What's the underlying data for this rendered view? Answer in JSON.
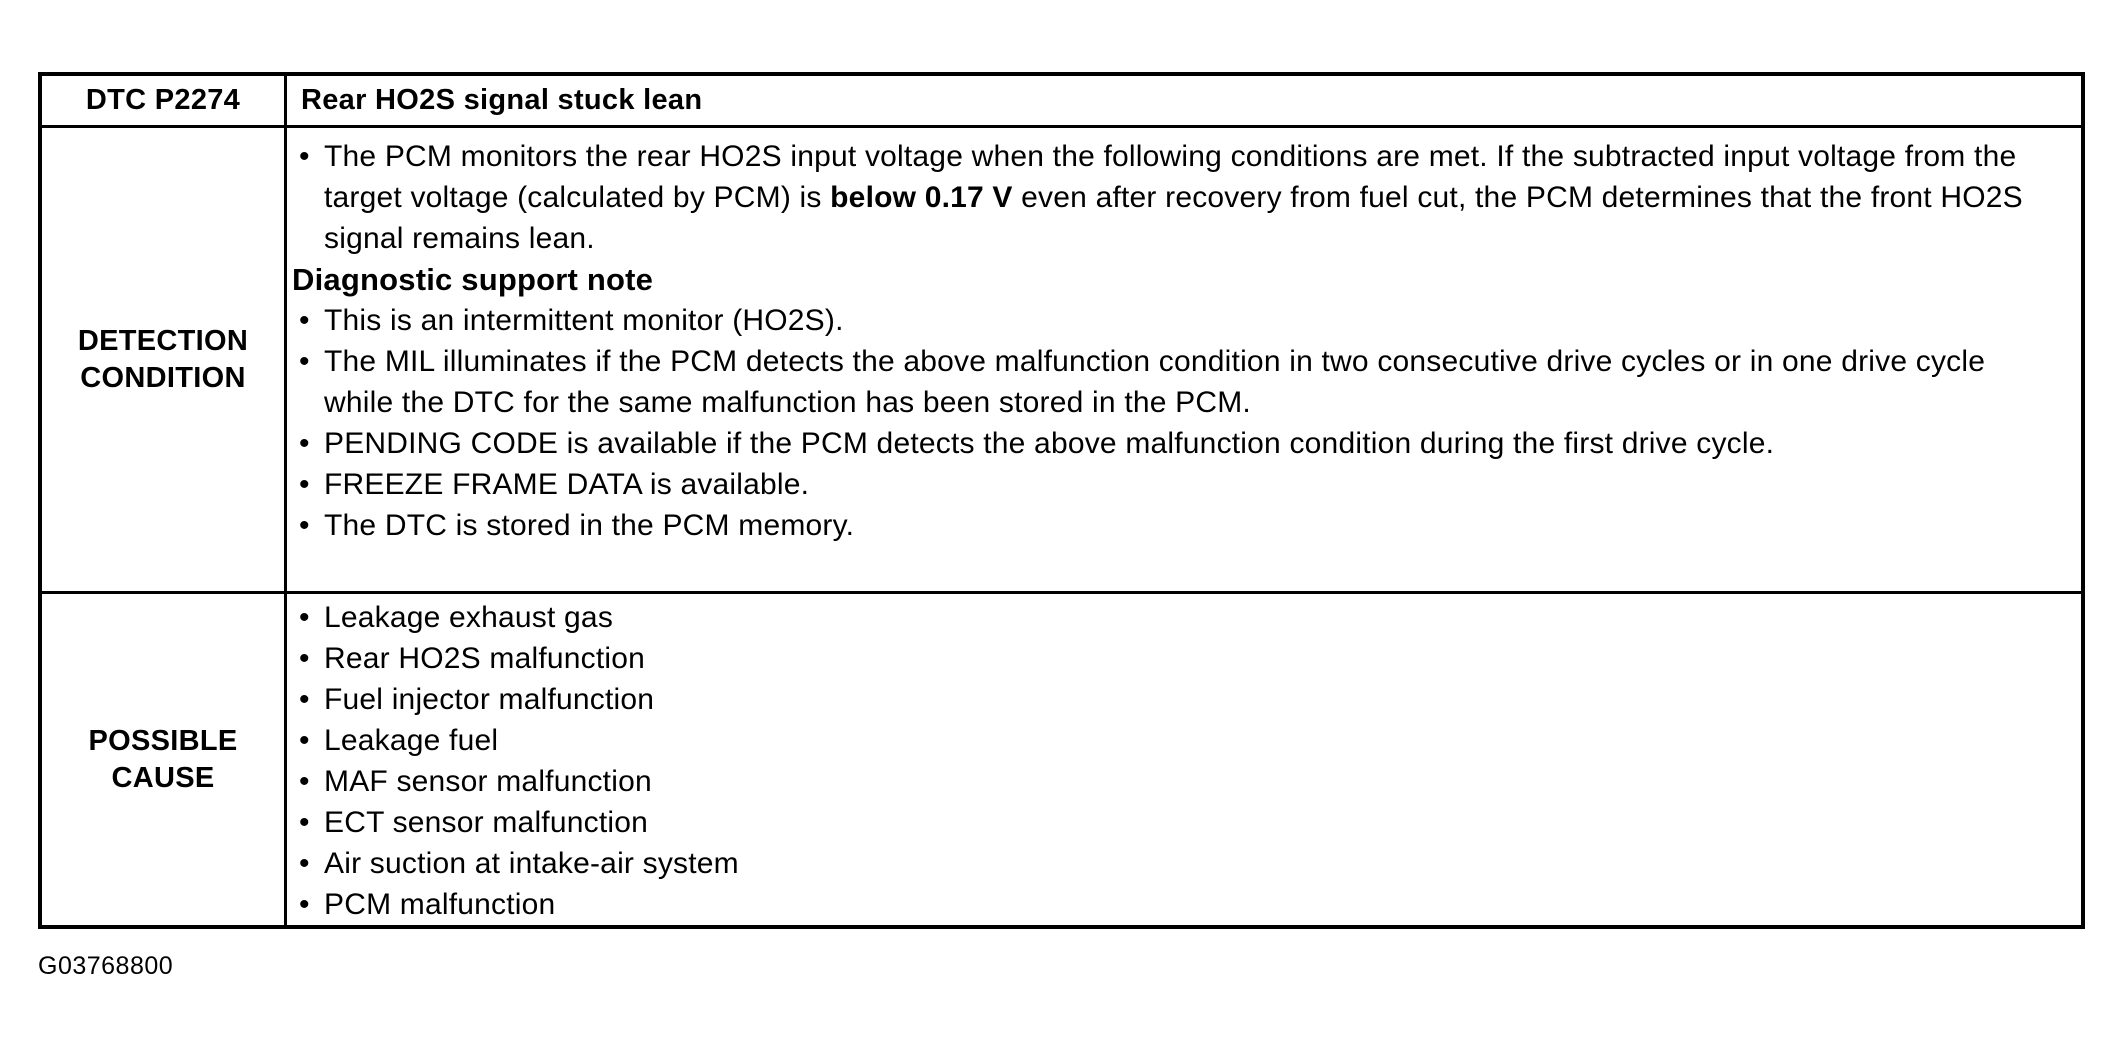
{
  "page": {
    "figure_id": "G03768800"
  },
  "table": {
    "header": {
      "dtc_code": "DTC P2274",
      "title": "Rear HO2S signal stuck lean"
    },
    "detection_condition": {
      "label": "DETECTION CONDITION",
      "monitor_bullet": {
        "pre": "The PCM monitors the rear HO2S input voltage when the following conditions are met. If the subtracted input voltage from the target voltage (calculated by PCM) is ",
        "bold": "below 0.17 V",
        "post": " even after recovery from fuel cut, the PCM determines that the front HO2S signal remains lean."
      },
      "support_note_heading": "Diagnostic support note",
      "support_notes": [
        "This is an intermittent monitor (HO2S).",
        "The MIL illuminates if the PCM detects the above malfunction condition in two consecutive drive cycles or in one drive cycle while the DTC for the same malfunction has been stored in the PCM.",
        "PENDING CODE is available if the PCM detects the above malfunction condition during the first drive cycle.",
        "FREEZE FRAME DATA is available.",
        "The DTC is stored in the PCM memory."
      ]
    },
    "possible_cause": {
      "label": "POSSIBLE CAUSE",
      "causes": [
        "Leakage exhaust gas",
        "Rear HO2S malfunction",
        "Fuel injector malfunction",
        "Leakage fuel",
        "MAF sensor malfunction",
        "ECT sensor malfunction",
        "Air suction at intake-air system",
        "PCM malfunction"
      ]
    }
  }
}
